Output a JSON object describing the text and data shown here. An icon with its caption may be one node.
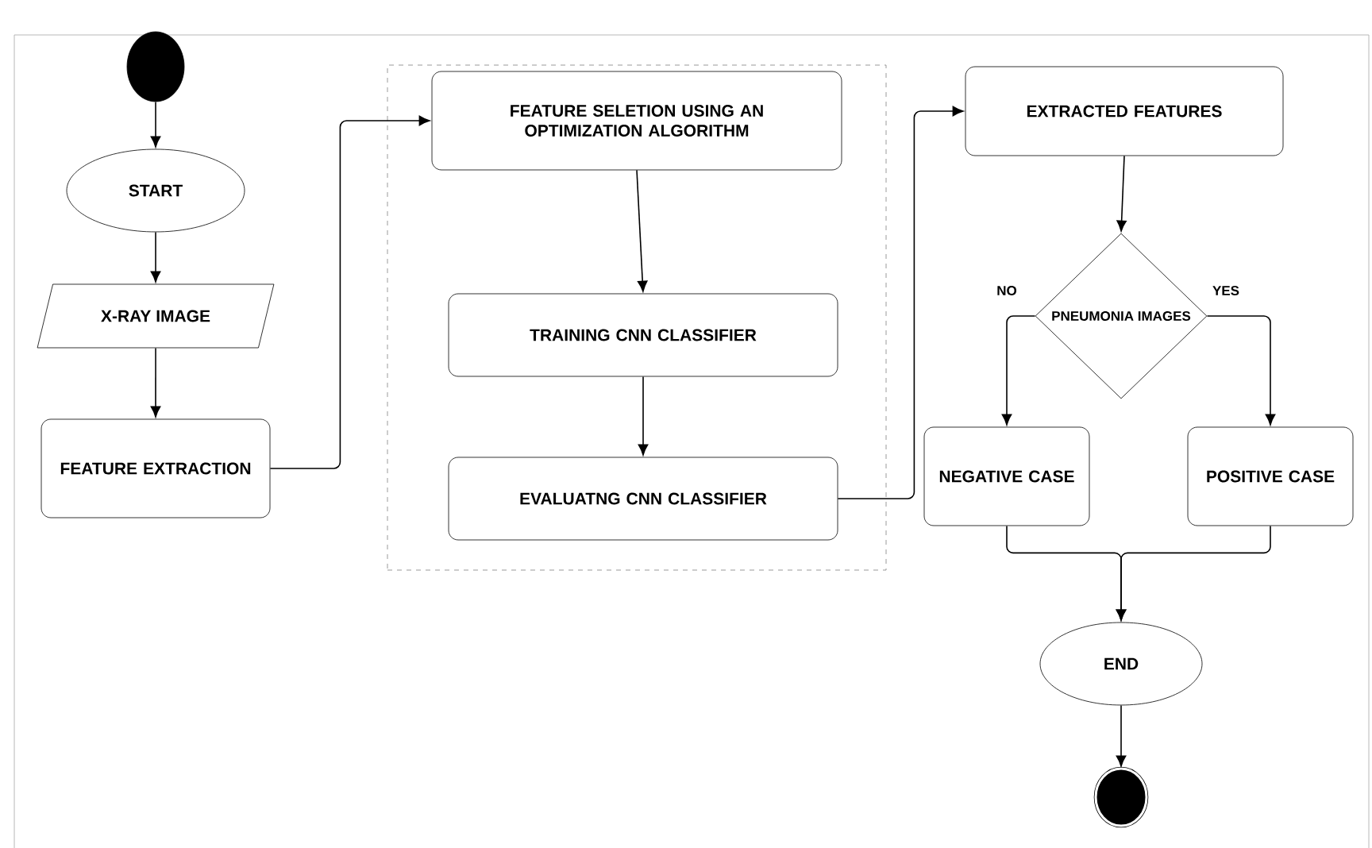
{
  "diagram": {
    "nodes": [
      {
        "text": [],
        "shape": "circle"
      },
      {
        "text": [
          "START"
        ]
      },
      {
        "text": [
          "X-RAY IMAGE"
        ]
      },
      {
        "text": [
          "FEATURE EXTRACTION"
        ]
      },
      {
        "text": [],
        "shape": "box"
      },
      {
        "text": [
          "FEATURE SELETION USING AN OPTIMIZATION ALGORITHM"
        ],
        "in": 4
      },
      {
        "text": [
          "TRAINING CNN CLASSIFIER"
        ],
        "in": 4
      },
      {
        "text": [
          "EVALUATNG CNN CLASSIFIER"
        ],
        "in": 4
      },
      {
        "text": [
          "EXTRACTED FEATURES"
        ]
      },
      {
        "text": [
          "PNEUMONIA IMAGES"
        ]
      },
      {
        "text": [
          "NEGATIVE CASE"
        ]
      },
      {
        "text": [
          "POSITIVE CASE"
        ]
      },
      {
        "text": [
          "END"
        ]
      },
      {
        "text": [],
        "shape": "circle"
      }
    ],
    "edges": [
      {
        "from": 0,
        "to": 1,
        "arrow": "to"
      },
      {
        "from": 1,
        "to": 2,
        "arrow": "to"
      },
      {
        "from": 2,
        "to": 3,
        "arrow": "to"
      },
      {
        "from": 3,
        "to": 5,
        "arrow": "to"
      },
      {
        "from": 5,
        "to": 6,
        "arrow": "to"
      },
      {
        "from": 6,
        "to": 7,
        "arrow": "to"
      },
      {
        "from": 7,
        "to": 8,
        "arrow": "to"
      },
      {
        "from": 8,
        "to": 9,
        "arrow": "to"
      },
      {
        "from": 9,
        "to": 10,
        "label": "NO",
        "arrow": "to"
      },
      {
        "from": 9,
        "to": 11,
        "label": "YES",
        "arrow": "to"
      },
      {
        "from": 10,
        "to": 12,
        "arrow": "to"
      },
      {
        "from": 11,
        "to": 12,
        "arrow": "to"
      },
      {
        "from": 12,
        "to": 13,
        "arrow": "to"
      }
    ]
  }
}
